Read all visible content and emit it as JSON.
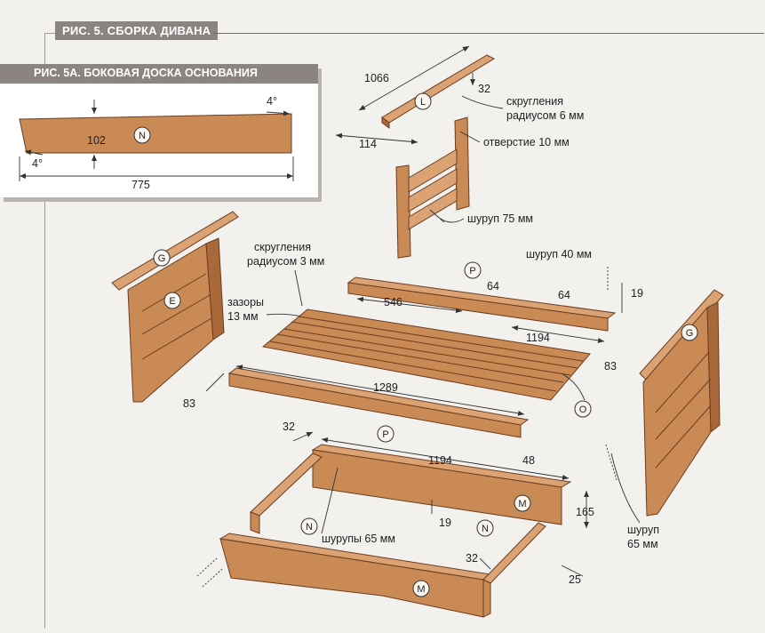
{
  "main_title": "РИС. 5. СБОРКА ДИВАНА",
  "inset": {
    "title": "РИС. 5А. БОКОВАЯ ДОСКА ОСНОВАНИЯ",
    "width": "102",
    "length": "775",
    "angle_top": "4°",
    "angle_bottom": "4°",
    "part": "N"
  },
  "dimensions": {
    "l_length": "1066",
    "l_thickness": "32",
    "l_width": "114",
    "slat_1194_top": "1194",
    "slat_546": "546",
    "notch_64_a": "64",
    "notch_64_b": "64",
    "rail_19": "19",
    "rail_83_right": "83",
    "rail_1289": "1289",
    "rail_83_left": "83",
    "rail_48": "48",
    "frame_32_top": "32",
    "frame_1194": "1194",
    "frame_19": "19",
    "frame_165": "165",
    "frame_32_bottom": "32",
    "frame_25": "25"
  },
  "labels": {
    "rounding_6": "скругления\nрадиусом 6 мм",
    "hole_10": "отверстие 10 мм",
    "screw_75": "шуруп 75 мм",
    "screw_40": "шуруп 40 мм",
    "rounding_3": "скругления\nрадиусом 3 мм",
    "gaps": "зазоры\n13 мм",
    "screws_65": "шурупы 65 мм",
    "screw_65": "шуруп\n65 мм"
  },
  "parts": {
    "G": "G",
    "E": "E",
    "L": "L",
    "P": "P",
    "O": "O",
    "M": "M",
    "N": "N"
  }
}
